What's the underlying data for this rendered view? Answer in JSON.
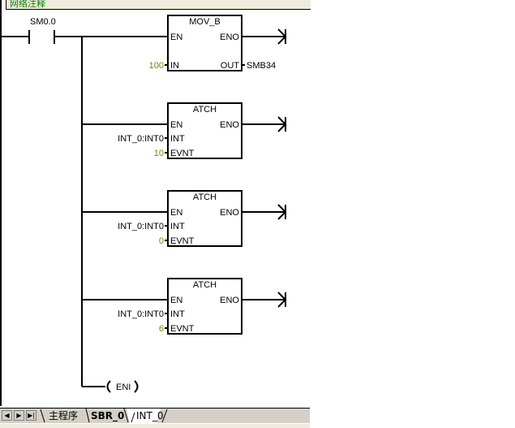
{
  "network_comment_label": "网络注释",
  "rung": {
    "contact": {
      "address": "SM0.0"
    },
    "boxes": [
      {
        "title": "MOV_B",
        "en": "EN",
        "eno": "ENO",
        "inputs": [
          {
            "pin": "IN",
            "value": "100",
            "constant": true
          }
        ],
        "outputs": [
          {
            "pin": "OUT",
            "value": "SMB34"
          }
        ]
      },
      {
        "title": "ATCH",
        "en": "EN",
        "eno": "ENO",
        "inputs": [
          {
            "pin": "INT",
            "value": "INT_0:INT0",
            "constant": false
          },
          {
            "pin": "EVNT",
            "value": "10",
            "constant": true
          }
        ]
      },
      {
        "title": "ATCH",
        "en": "EN",
        "eno": "ENO",
        "inputs": [
          {
            "pin": "INT",
            "value": "INT_0:INT0",
            "constant": false
          },
          {
            "pin": "EVNT",
            "value": "0",
            "constant": true
          }
        ]
      },
      {
        "title": "ATCH",
        "en": "EN",
        "eno": "ENO",
        "inputs": [
          {
            "pin": "INT",
            "value": "INT_0:INT0",
            "constant": false
          },
          {
            "pin": "EVNT",
            "value": "6",
            "constant": true
          }
        ]
      }
    ],
    "coil": {
      "label": "ENI"
    }
  },
  "tabs": {
    "nav": [
      "first-icon",
      "prev-icon",
      "last-icon"
    ],
    "items": [
      {
        "label": "主程序",
        "active": false
      },
      {
        "label": "SBR_0",
        "active": true
      },
      {
        "label": "INT_0",
        "active": false
      }
    ]
  },
  "colors": {
    "constant": "#808000",
    "comment_text": "#008000",
    "comment_bg": "#efebde",
    "tabbar_bg": "#d4d0c8"
  }
}
